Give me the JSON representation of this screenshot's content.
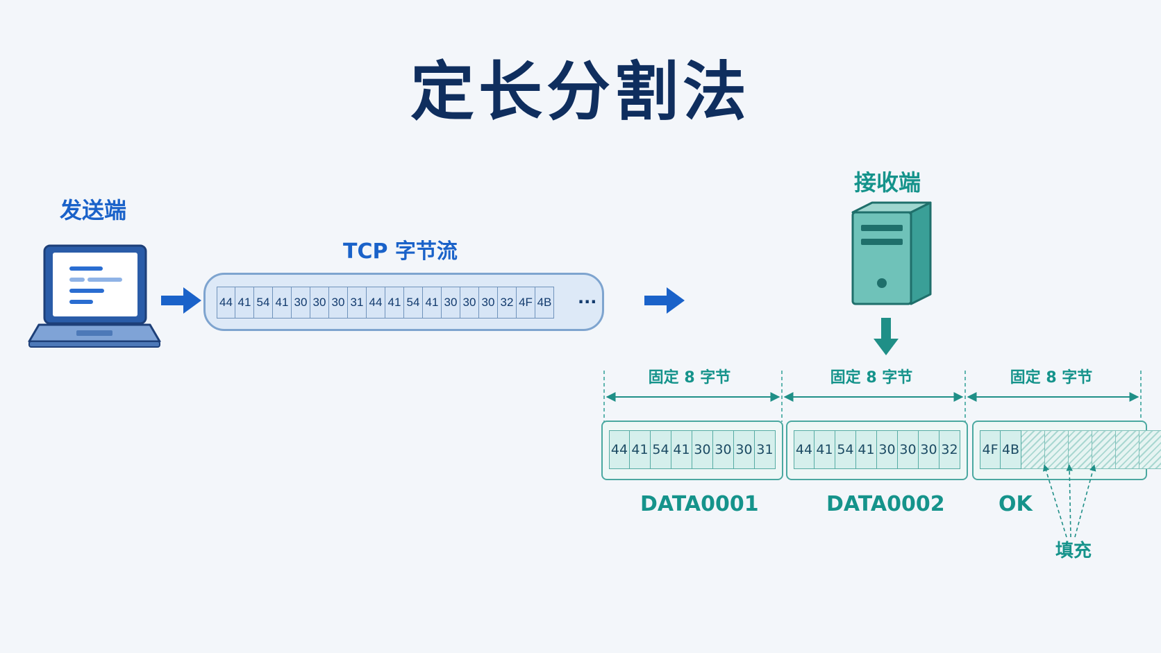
{
  "title": "定长分割法",
  "sender": {
    "label": "发送端"
  },
  "receiver": {
    "label": "接收端"
  },
  "stream": {
    "label": "TCP 字节流",
    "bytes": [
      "44",
      "41",
      "54",
      "41",
      "30",
      "30",
      "30",
      "31",
      "44",
      "41",
      "54",
      "41",
      "30",
      "30",
      "30",
      "32",
      "4F",
      "4B"
    ],
    "ellipsis": "···"
  },
  "segments": [
    {
      "size_label": "固定 8 字节",
      "bytes": [
        "44",
        "41",
        "54",
        "41",
        "30",
        "30",
        "30",
        "31"
      ],
      "name": "DATA0001"
    },
    {
      "size_label": "固定 8 字节",
      "bytes": [
        "44",
        "41",
        "54",
        "41",
        "30",
        "30",
        "30",
        "32"
      ],
      "name": "DATA0002"
    },
    {
      "size_label": "固定 8 字节",
      "bytes": [
        "4F",
        "4B"
      ],
      "padding_count": 6,
      "name": "OK"
    }
  ],
  "padding_label": "填充",
  "colors": {
    "title": "#0f2e5e",
    "sender": "#1a62c9",
    "receiver": "#15938b"
  }
}
